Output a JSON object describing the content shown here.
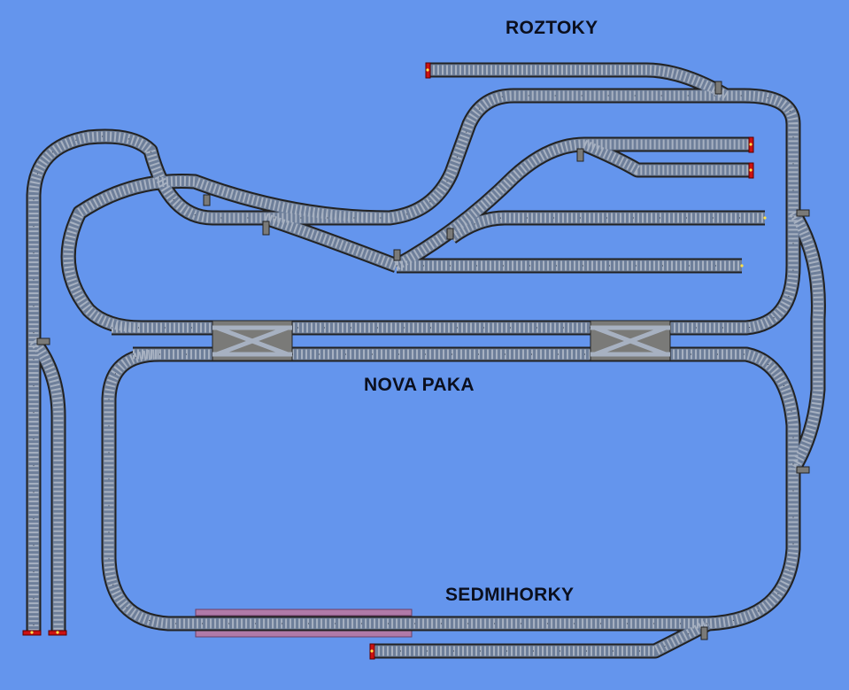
{
  "stations": {
    "roztoky": "ROZTOKY",
    "nova_paka": "NOVA PAKA",
    "sedmihorky": "SEDMIHORKY"
  },
  "colors": {
    "background": "#6495ed",
    "rail_outline": "#2b2b2b",
    "rail_surface": "#6e7f9a",
    "sleeper": "#a7b1c1",
    "switch_base": "#7a7a78",
    "buffer_stop": "#cc1111",
    "platform": "#b07aa8"
  }
}
